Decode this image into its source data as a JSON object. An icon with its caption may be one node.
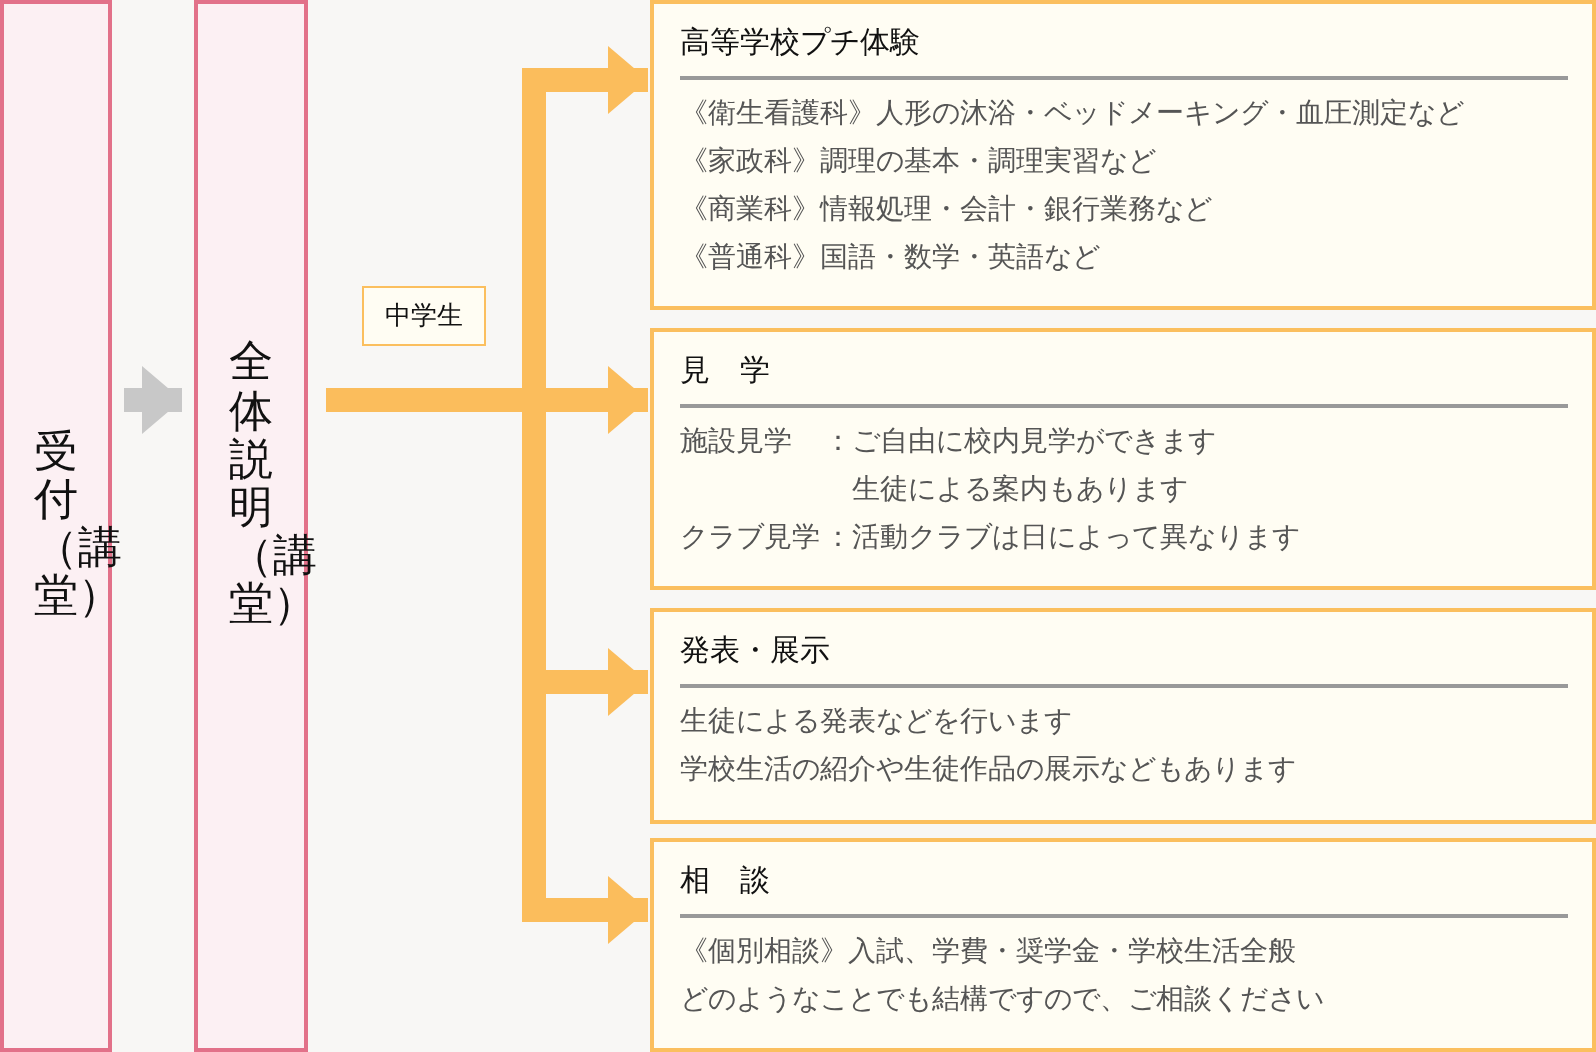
{
  "diagram": {
    "nodes": [
      {
        "text": [
          "受付（講堂）"
        ]
      },
      {
        "text": [
          "全体説明（講堂）"
        ]
      },
      {
        "text": [
          "高等学校プチ体験",
          "《衛生看護科》人形の沐浴・ベッドメーキング・血圧測定など",
          "《家政科》調理の基本・調理実習など",
          "《商業科》情報処理・会計・銀行業務など",
          "《普通科》国語・数学・英語など"
        ]
      },
      {
        "text": [
          "見　学",
          "施設見学",
          "：",
          "ご自由に校内見学ができます",
          "生徒による案内もあります",
          "クラブ見学",
          "：",
          "活動クラブは日によって異なります"
        ]
      },
      {
        "text": [
          "発表・展示",
          "生徒による発表などを行います",
          "学校生活の紹介や生徒作品の展示などもあります"
        ]
      },
      {
        "text": [
          "相　談",
          "《個別相談》入試、学費・奨学金・学校生活全般",
          "どのようなことでも結構ですので、ご相談ください"
        ]
      },
      {
        "text": [
          "中学生"
        ]
      }
    ],
    "edges": [
      {
        "from": 0,
        "to": 1,
        "arrow": "to",
        "color": "#c8c8c8"
      },
      {
        "from": 1,
        "to": 2,
        "arrow": "to"
      },
      {
        "from": 1,
        "to": 3,
        "arrow": "to"
      },
      {
        "from": 1,
        "to": 4,
        "arrow": "to"
      },
      {
        "from": 1,
        "to": 5,
        "arrow": "to"
      }
    ]
  }
}
